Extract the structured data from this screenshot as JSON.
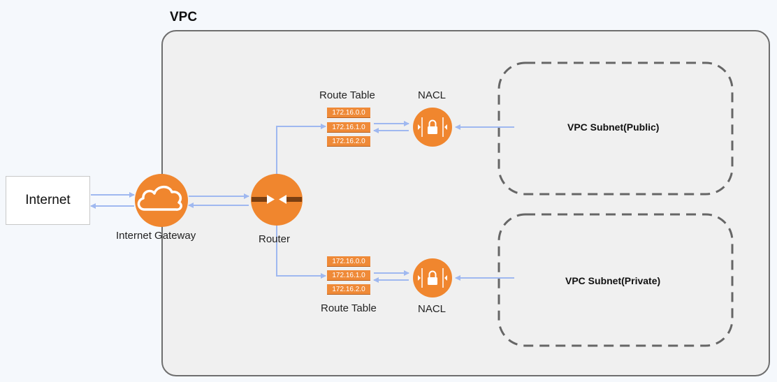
{
  "vpc": {
    "title": "VPC"
  },
  "internet": {
    "label": "Internet"
  },
  "internet_gateway": {
    "label": "Internet Gateway"
  },
  "router": {
    "label": "Router"
  },
  "public_path": {
    "route_table_label": "Route Table",
    "routes": [
      "172.16.0.0",
      "172.16.1.0",
      "172.16.2.0"
    ],
    "nacl_label": "NACL",
    "subnet_label": "VPC Subnet(Public)"
  },
  "private_path": {
    "route_table_label": "Route Table",
    "routes": [
      "172.16.0.0",
      "172.16.1.0",
      "172.16.2.0"
    ],
    "nacl_label": "NACL",
    "subnet_label": "VPC Subnet(Private)"
  },
  "colors": {
    "accent_orange": "#f0862e",
    "route_orange": "#ef8a38",
    "arrow_blue": "#9fb8f0",
    "vpc_fill": "#f0f0f0",
    "vpc_border": "#6e6e6e",
    "subnet_border": "#666666"
  }
}
